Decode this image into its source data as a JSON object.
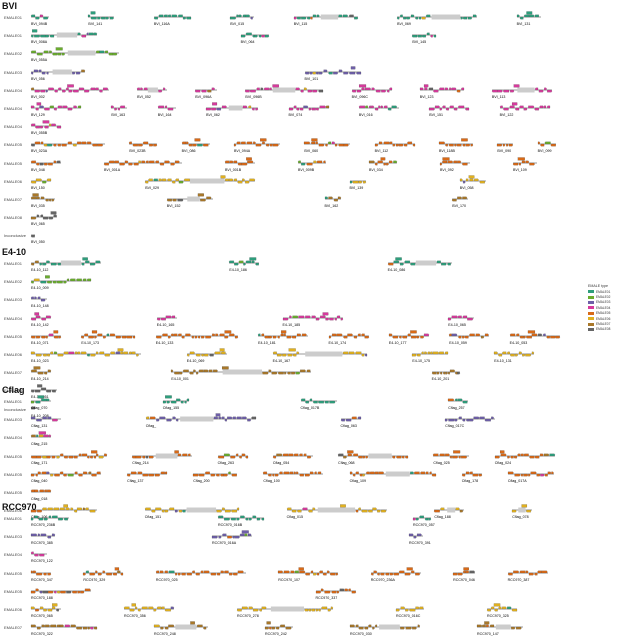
{
  "legend": {
    "title": "EMALE type",
    "items": [
      {
        "label": "EMALE01",
        "color": "#2e9e7c"
      },
      {
        "label": "EMALE02",
        "color": "#6aac2e"
      },
      {
        "label": "EMALE03",
        "color": "#6e5fa8"
      },
      {
        "label": "EMALE04",
        "color": "#d63a9c"
      },
      {
        "label": "EMALE05",
        "color": "#d86a18"
      },
      {
        "label": "EMALE06",
        "color": "#e0b020"
      },
      {
        "label": "EMALE07",
        "color": "#a9782a"
      },
      {
        "label": "EMALE08",
        "color": "#666666"
      }
    ]
  },
  "sections": [
    {
      "title": "BVI",
      "rows": [
        {
          "label": "EMALE01",
          "type": 0,
          "genes": [
            {
              "name": "BVI_094B",
              "w": 18
            },
            {
              "name": "BVI_141",
              "w": 26
            },
            {
              "name": "BVI_116A",
              "w": 37
            },
            {
              "name": "BVI_015",
              "w": 24
            },
            {
              "name": "BVI_115",
              "w": 64,
              "gap": 1
            },
            {
              "name": "BVI_069",
              "w": 80,
              "gap": 1
            },
            {
              "name": "BVI_131",
              "w": 24
            }
          ]
        },
        {
          "label": "EMALE01",
          "type": 0,
          "genes": [
            {
              "name": "BVI_008A",
              "w": 66,
              "gap": 1
            },
            {
              "name": "BVI_064",
              "w": 28
            },
            {
              "name": "BVI_145",
              "w": 24
            }
          ]
        },
        {
          "label": "EMALE02",
          "type": 1,
          "genes": [
            {
              "name": "BVI_055A",
              "w": 88,
              "gap": 1
            }
          ]
        },
        {
          "label": "EMALE03",
          "type": 2,
          "genes": [
            {
              "name": "BVI_056",
              "w": 54,
              "gap": 1
            },
            {
              "name": "BVI_101",
              "w": 56
            }
          ]
        },
        {
          "label": "EMALE04",
          "type": 3,
          "genes": [
            {
              "name": "BVI_002",
              "w": 78
            },
            {
              "name": "BVI_052",
              "w": 30,
              "gap": 1
            },
            {
              "name": "BVI_096A",
              "w": 22
            },
            {
              "name": "BVI_096B",
              "w": 78,
              "gap": 1
            },
            {
              "name": "BVI_096C",
              "w": 40
            },
            {
              "name": "BVI_123",
              "w": 44
            },
            {
              "name": "BVI_113",
              "w": 60,
              "gap": 1
            }
          ]
        },
        {
          "label": "EMALE04",
          "type": 3,
          "genes": [
            {
              "name": "BVI_129",
              "w": 50
            },
            {
              "name": "BVI_163",
              "w": 16
            },
            {
              "name": "BVI_164",
              "w": 18
            },
            {
              "name": "BVI_062",
              "w": 52,
              "gap": 1
            },
            {
              "name": "BVI_074",
              "w": 40
            },
            {
              "name": "BVI_016",
              "w": 40
            },
            {
              "name": "BVI_151",
              "w": 40
            },
            {
              "name": "BVI_122",
              "w": 50
            }
          ]
        },
        {
          "label": "EMALE04",
          "type": 3,
          "genes": [
            {
              "name": "BVI_055B",
              "w": 30
            }
          ]
        },
        {
          "label": "EMALE05",
          "type": 4,
          "genes": [
            {
              "name": "BVI_023A",
              "w": 74
            },
            {
              "name": "BVI_023B",
              "w": 28
            },
            {
              "name": "BVI_086",
              "w": 28
            },
            {
              "name": "BVI_094A",
              "w": 46
            },
            {
              "name": "BVI_060",
              "w": 46
            },
            {
              "name": "BVI_112",
              "w": 40
            },
            {
              "name": "BVI_118B",
              "w": 34
            },
            {
              "name": "BVI_090",
              "w": 16
            },
            {
              "name": "BVI_099",
              "w": 18
            }
          ]
        },
        {
          "label": "EMALE05",
          "type": 4,
          "genes": [
            {
              "name": "BVI_048",
              "w": 30
            },
            {
              "name": "BVI_001A",
              "w": 78
            },
            {
              "name": "BVI_001B",
              "w": 30
            },
            {
              "name": "BVI_009B",
              "w": 28
            },
            {
              "name": "BVI_034",
              "w": 28
            },
            {
              "name": "BVI_092",
              "w": 30
            },
            {
              "name": "BVI_109",
              "w": 24
            }
          ]
        },
        {
          "label": "EMALE06",
          "type": 5,
          "genes": [
            {
              "name": "BVI_150",
              "w": 20
            },
            {
              "name": "BVI_029",
              "w": 110,
              "gap": 1
            },
            {
              "name": "BVI_139",
              "w": 16
            },
            {
              "name": "BVI_058",
              "w": 26
            }
          ]
        },
        {
          "label": "EMALE07",
          "type": 6,
          "genes": [
            {
              "name": "BVI_035",
              "w": 24
            },
            {
              "name": "BVI_152",
              "w": 46,
              "gap": 1
            },
            {
              "name": "BVI_162",
              "w": 16
            },
            {
              "name": "BVI_170",
              "w": 16
            }
          ]
        },
        {
          "label": "EMALE08",
          "type": 7,
          "genes": [
            {
              "name": "BVI_065",
              "w": 26
            }
          ]
        },
        {
          "label": "Inconclusive",
          "type": 7,
          "genes": [
            {
              "name": "BVI_050",
              "w": 4
            }
          ]
        }
      ]
    },
    {
      "title": "E4-10",
      "rows": [
        {
          "label": "EMALE01",
          "type": 0,
          "genes": [
            {
              "name": "E4-10_112",
              "w": 70,
              "gap": 1
            },
            {
              "name": "E4-10_186",
              "w": 30
            },
            {
              "name": "E4-10_086",
              "w": 64,
              "gap": 1
            }
          ]
        },
        {
          "label": "EMALE02",
          "type": 1,
          "genes": [
            {
              "name": "E4-10_009",
              "w": 60
            }
          ]
        },
        {
          "label": "EMALE03",
          "type": 2,
          "genes": [
            {
              "name": "E4-10_148",
              "w": 16
            }
          ]
        },
        {
          "label": "EMALE04",
          "type": 3,
          "genes": [
            {
              "name": "E4-10_142",
              "w": 20
            },
            {
              "name": "E4-10_165",
              "w": 20
            },
            {
              "name": "E4-10_185",
              "w": 60
            },
            {
              "name": "E4-10_065",
              "w": 26
            }
          ]
        },
        {
          "label": "EMALE05",
          "type": 4,
          "genes": [
            {
              "name": "E4-10_071",
              "w": 30
            },
            {
              "name": "E4-10_173",
              "w": 54
            },
            {
              "name": "E4-10_133",
              "w": 82
            },
            {
              "name": "E4-10_181",
              "w": 50
            },
            {
              "name": "E4-10_174",
              "w": 40
            },
            {
              "name": "E4-10_177",
              "w": 40
            },
            {
              "name": "E4-10_059",
              "w": 40
            },
            {
              "name": "E4-10_053",
              "w": 50
            }
          ]
        },
        {
          "label": "EMALE06",
          "type": 5,
          "genes": [
            {
              "name": "E4-10_023",
              "w": 110
            },
            {
              "name": "E4-10_069",
              "w": 40
            },
            {
              "name": "E4-10_167",
              "w": 94,
              "gap": 1
            },
            {
              "name": "E4-10_175",
              "w": 36
            },
            {
              "name": "E4-10_131",
              "w": 40
            }
          ]
        },
        {
          "label": "EMALE07",
          "type": 6,
          "genes": [
            {
              "name": "E4-10_214",
              "w": 20
            },
            {
              "name": "E4-10_001",
              "w": 140,
              "gap": 1
            },
            {
              "name": "E4-10_201",
              "w": 28
            }
          ]
        },
        {
          "label": "EMALE08",
          "type": 7,
          "genes": [
            {
              "name": "E4-10_051",
              "w": 26
            }
          ]
        },
        {
          "label": "Inconclusive",
          "type": 7,
          "genes": [
            {
              "name": "E4-10_208",
              "w": 4
            }
          ]
        }
      ]
    },
    {
      "title": "Cflag",
      "rows": [
        {
          "label": "EMALE01",
          "type": 0,
          "genes": [
            {
              "name": "Cflag_070",
              "w": 20
            },
            {
              "name": "Cflag_155",
              "w": 26
            },
            {
              "name": "Cflag_017B",
              "w": 36
            },
            {
              "name": "Cflag_257",
              "w": 20
            }
          ]
        },
        {
          "label": "EMALE03",
          "type": 2,
          "genes": [
            {
              "name": "Cflag_131",
              "w": 30
            },
            {
              "name": "Cflag_",
              "w": 110,
              "gap": 1
            },
            {
              "name": "Cflag_063",
              "w": 20
            },
            {
              "name": "Cflag_017C",
              "w": 50
            }
          ]
        },
        {
          "label": "EMALE04",
          "type": 3,
          "genes": [
            {
              "name": "Cflag_215",
              "w": 20
            }
          ]
        },
        {
          "label": "EMALE05",
          "type": 4,
          "genes": [
            {
              "name": "Cflag_171",
              "w": 76
            },
            {
              "name": "Cflag_214",
              "w": 60,
              "gap": 1
            },
            {
              "name": "Cflag_263",
              "w": 30
            },
            {
              "name": "Cflag_054",
              "w": 40
            },
            {
              "name": "Cflag_068",
              "w": 70,
              "gap": 1
            },
            {
              "name": "Cflag_025",
              "w": 36
            },
            {
              "name": "Cflag_024",
              "w": 60
            }
          ]
        },
        {
          "label": "EMALE05",
          "type": 4,
          "genes": [
            {
              "name": "Cflag_040",
              "w": 70
            },
            {
              "name": "Cflag_137",
              "w": 40
            },
            {
              "name": "Cflag_200",
              "w": 44
            },
            {
              "name": "Cflag_100",
              "w": 60
            },
            {
              "name": "Cflag_109",
              "w": 86,
              "gap": 1
            },
            {
              "name": "Cflag_178",
              "w": 20
            },
            {
              "name": "Cflag_017A",
              "w": 46
            }
          ]
        },
        {
          "label": "EMALE05",
          "type": 4,
          "genes": [
            {
              "name": "Cflag_018",
              "w": 20
            }
          ]
        },
        {
          "label": "EMALE06",
          "type": 5,
          "genes": [
            {
              "name": "Cflag_106",
              "w": 66
            },
            {
              "name": "Cflag_151",
              "w": 94,
              "gap": 1
            },
            {
              "name": "Cflag_015",
              "w": 100,
              "gap": 1
            },
            {
              "name": "Cflag_188",
              "w": 30,
              "gap": 1
            },
            {
              "name": "Cflag_078",
              "w": 20,
              "gap": 1
            }
          ]
        }
      ]
    },
    {
      "title": "RCC970",
      "rows": [
        {
          "label": "EMALE01",
          "type": 0,
          "genes": [
            {
              "name": "RCC970_236B",
              "w": 38
            },
            {
              "name": "RCC970_016B",
              "w": 46
            },
            {
              "name": "RCC970_057",
              "w": 18
            }
          ]
        },
        {
          "label": "EMALE03",
          "type": 2,
          "genes": [
            {
              "name": "RCC970_385",
              "w": 24
            },
            {
              "name": "RCC970_016A",
              "w": 40
            },
            {
              "name": "RCC970_391",
              "w": 14
            }
          ]
        },
        {
          "label": "EMALE04",
          "type": 3,
          "genes": [
            {
              "name": "RCC970_122",
              "w": 16
            }
          ]
        },
        {
          "label": "EMALE05",
          "type": 4,
          "genes": [
            {
              "name": "RCC970_347",
              "w": 20
            },
            {
              "name": "RCC970_329",
              "w": 40
            },
            {
              "name": "RCC970_025",
              "w": 90
            },
            {
              "name": "RCC970_107",
              "w": 60
            },
            {
              "name": "RCC970_236A",
              "w": 50
            },
            {
              "name": "RCC970_046",
              "w": 22
            },
            {
              "name": "RCC970_387",
              "w": 40
            }
          ]
        },
        {
          "label": "EMALE05",
          "type": 4,
          "genes": [
            {
              "name": "RCC970_188",
              "w": 60
            },
            {
              "name": "RCC970_337",
              "w": 40
            }
          ]
        },
        {
          "label": "EMALE06",
          "type": 5,
          "genes": [
            {
              "name": "RCC970_065",
              "w": 30
            },
            {
              "name": "RCC970_356",
              "w": 50
            },
            {
              "name": "RCC970_278",
              "w": 96,
              "gap": 1
            },
            {
              "name": "RCC970_016C",
              "w": 28
            },
            {
              "name": "RCC970_325",
              "w": 30
            }
          ]
        },
        {
          "label": "EMALE07",
          "type": 6,
          "genes": [
            {
              "name": "RCC970_322",
              "w": 66
            },
            {
              "name": "RCC970_248",
              "w": 54,
              "gap": 1
            },
            {
              "name": "RCC970_242",
              "w": 28
            },
            {
              "name": "RCC970_030",
              "w": 70,
              "gap": 1
            },
            {
              "name": "RCC970_147",
              "w": 46,
              "gap": 1
            }
          ]
        }
      ]
    }
  ]
}
